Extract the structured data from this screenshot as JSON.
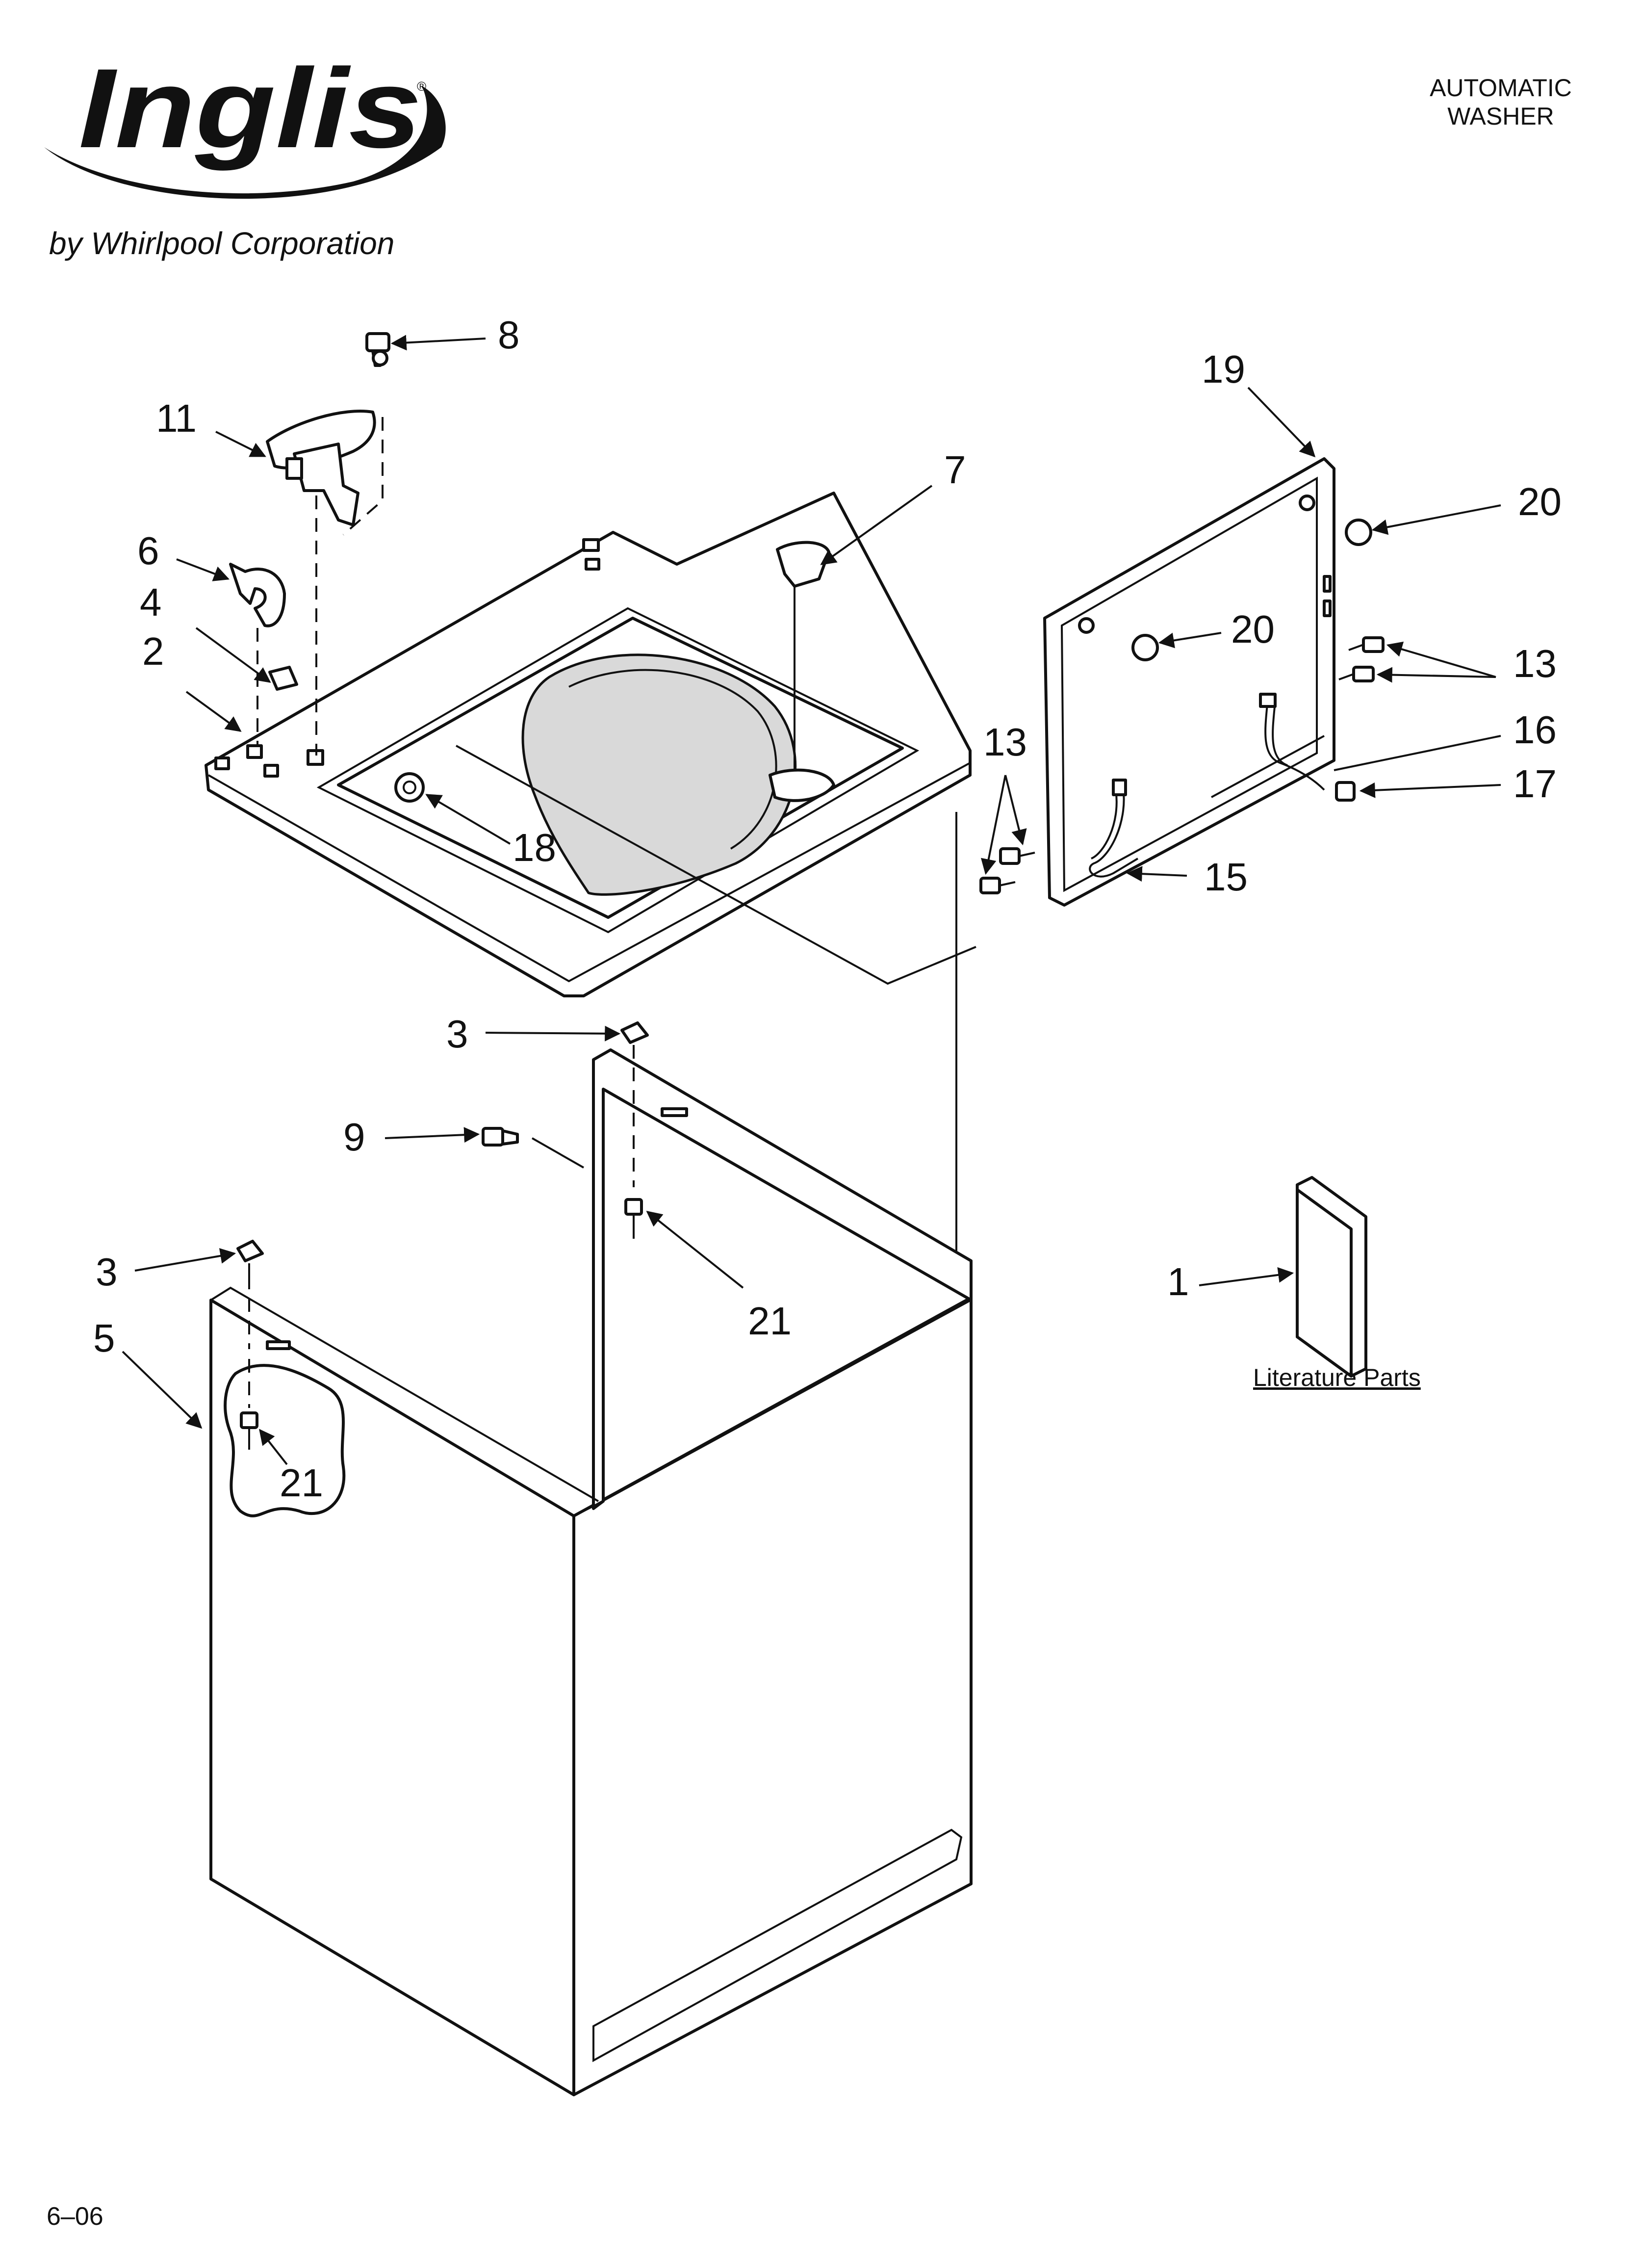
{
  "header": {
    "brand": "Inglis",
    "tagline": "by Whirlpool Corporation",
    "doc_title_line1": "AUTOMATIC",
    "doc_title_line2": "WASHER"
  },
  "footer": {
    "date_code": "6–06"
  },
  "literature_label": "Literature Parts",
  "callouts": [
    {
      "id": "c8",
      "label": "8"
    },
    {
      "id": "c11",
      "label": "11"
    },
    {
      "id": "c7",
      "label": "7"
    },
    {
      "id": "c19",
      "label": "19"
    },
    {
      "id": "c20a",
      "label": "20"
    },
    {
      "id": "c20b",
      "label": "20"
    },
    {
      "id": "c6",
      "label": "6"
    },
    {
      "id": "c4",
      "label": "4"
    },
    {
      "id": "c2",
      "label": "2"
    },
    {
      "id": "c13a",
      "label": "13"
    },
    {
      "id": "c13b",
      "label": "13"
    },
    {
      "id": "c16",
      "label": "16"
    },
    {
      "id": "c17",
      "label": "17"
    },
    {
      "id": "c18",
      "label": "18"
    },
    {
      "id": "c15",
      "label": "15"
    },
    {
      "id": "c3a",
      "label": "3"
    },
    {
      "id": "c9",
      "label": "9"
    },
    {
      "id": "c21a",
      "label": "21"
    },
    {
      "id": "c3b",
      "label": "3"
    },
    {
      "id": "c1",
      "label": "1"
    },
    {
      "id": "c5",
      "label": "5"
    },
    {
      "id": "c21b",
      "label": "21"
    }
  ]
}
